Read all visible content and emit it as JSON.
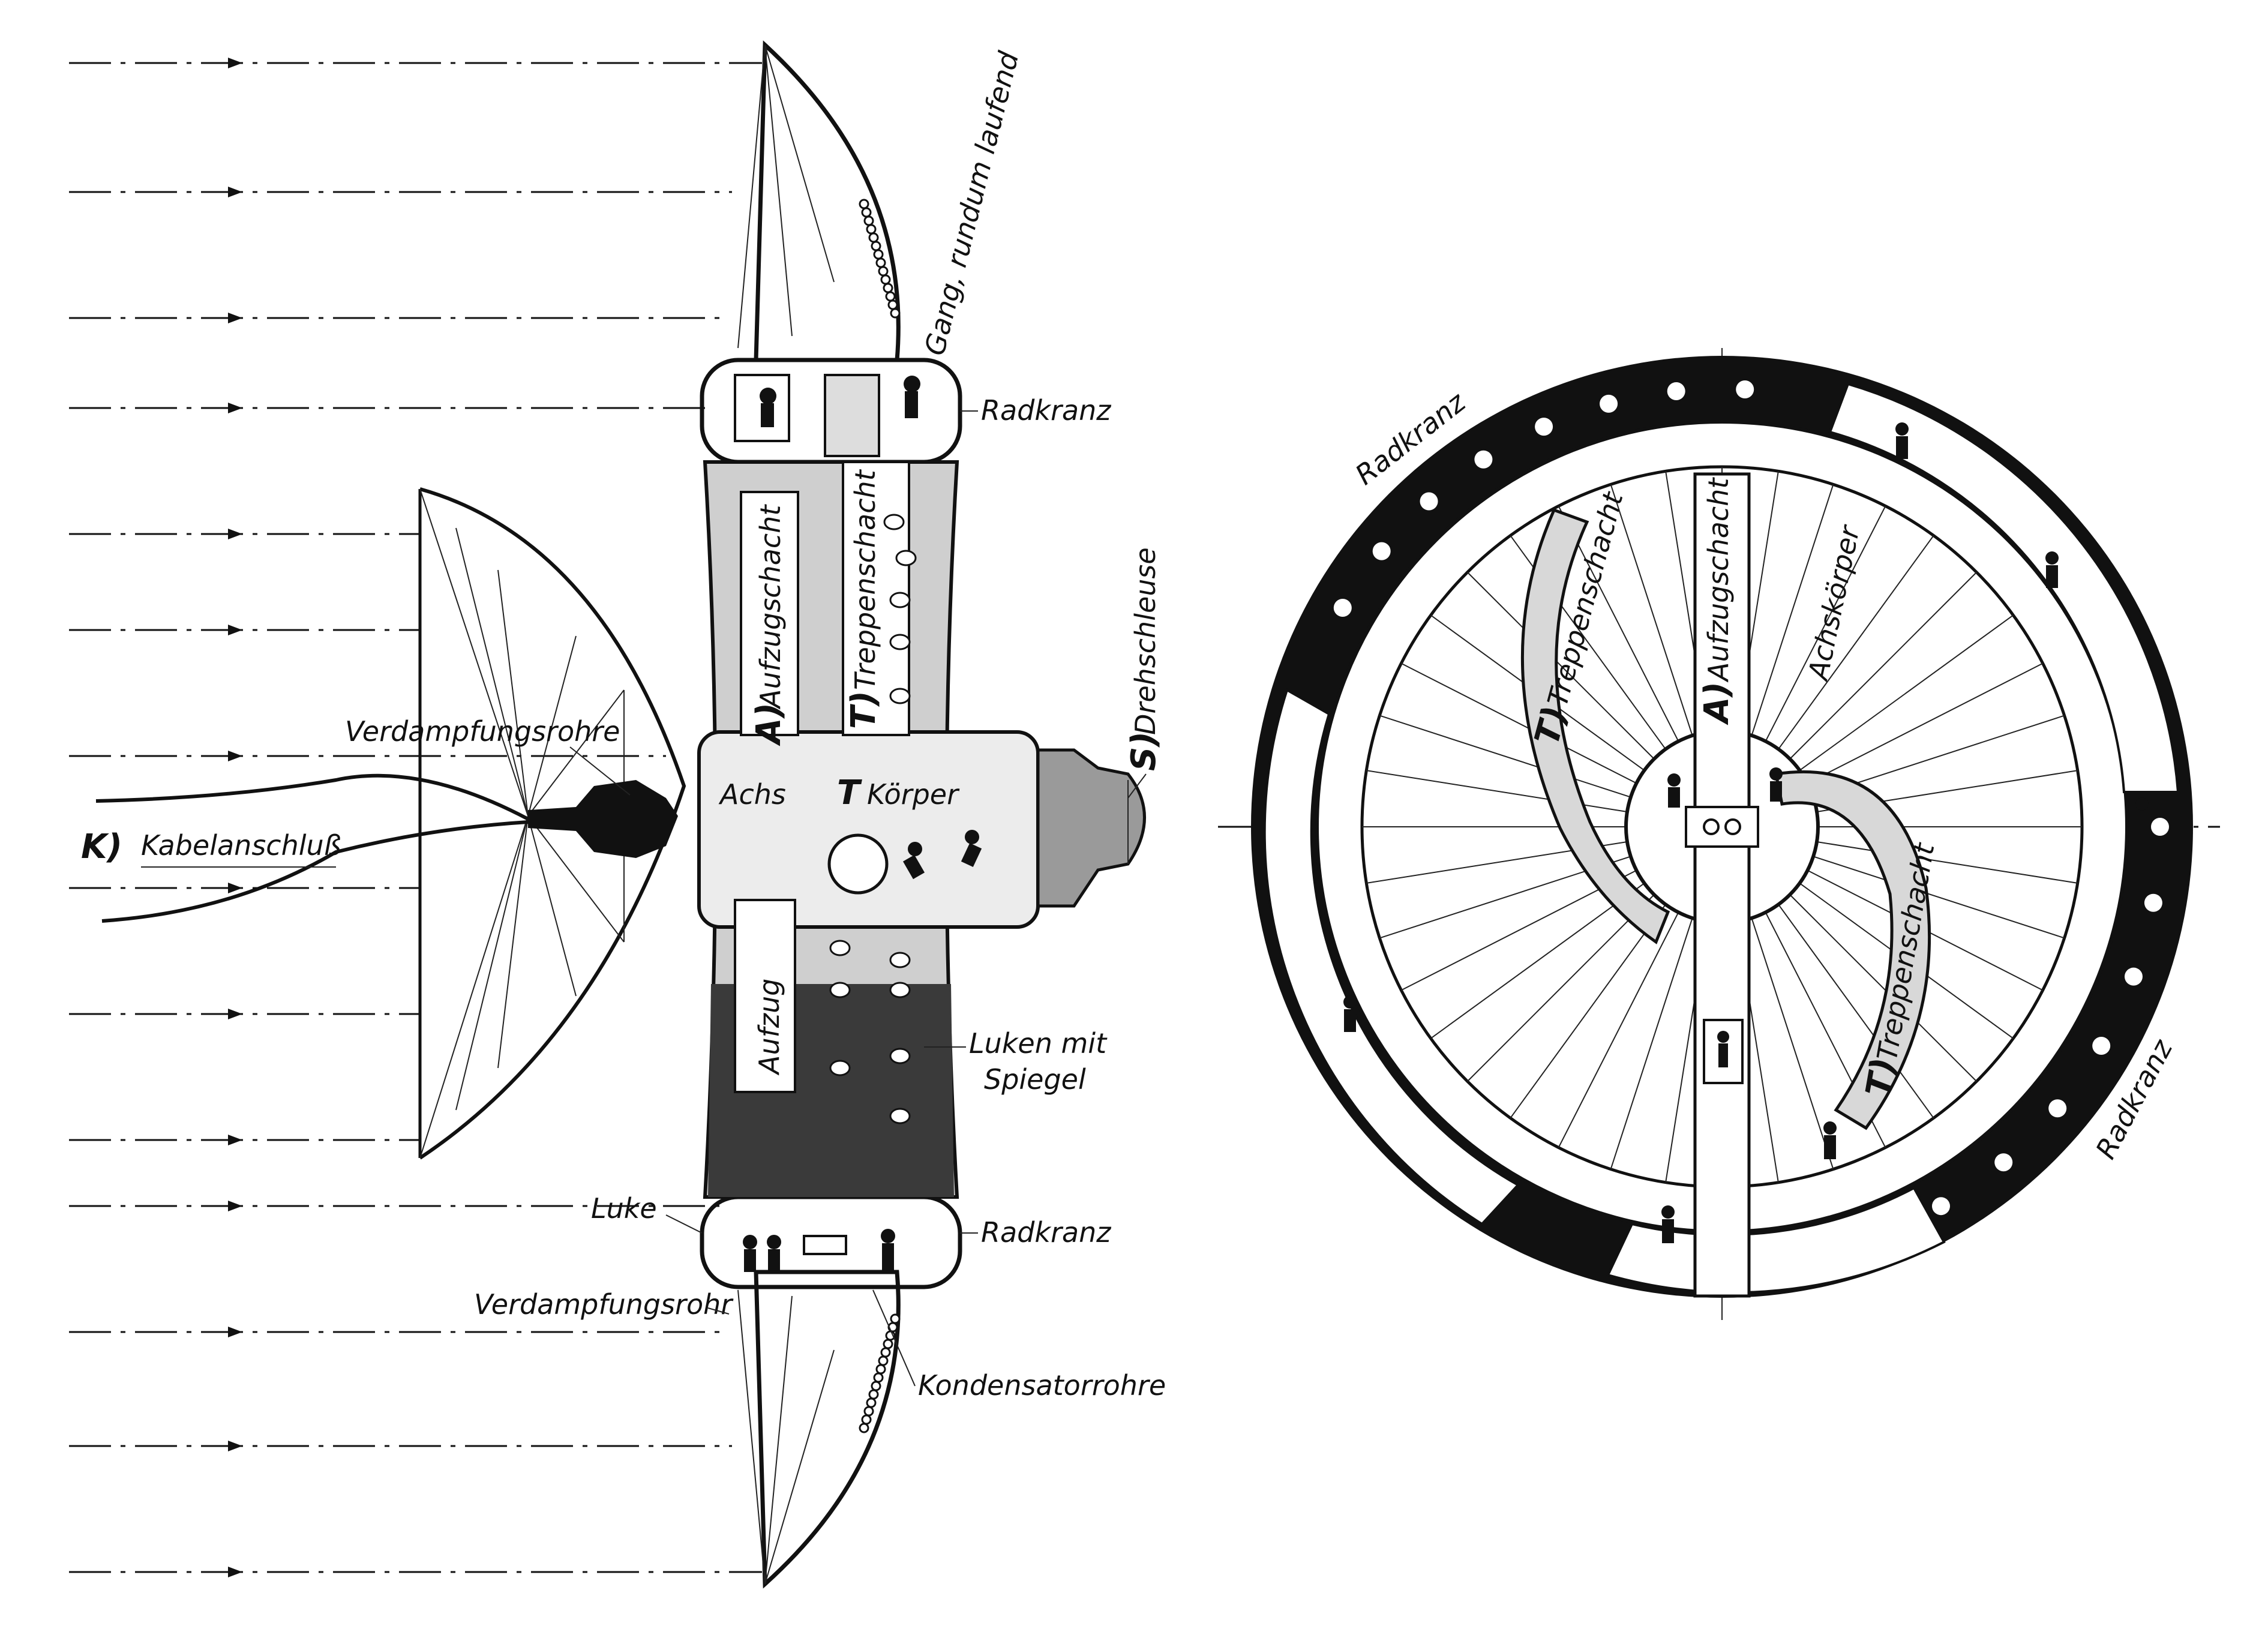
{
  "labels": {
    "gang": "Gang, rundum laufend",
    "radkranz_top": "Radkranz",
    "radkranz_bottom": "Radkranz",
    "aufzugschacht": "Aufzugschacht",
    "aufzugschacht_letter": "A)",
    "treppenschacht": "Treppenschacht",
    "treppenschacht_letter": "T)",
    "drehschleuse": "Drehschleuse",
    "drehschleuse_letter": "S)",
    "verdampfungsrohre": "Verdampfungsrohre",
    "kabelanschluss": "Kabelanschluß",
    "kabelanschluss_letter": "K)",
    "achs": "Achs",
    "koerper": "Körper",
    "achs_t": "T",
    "aufzug": "Aufzug",
    "luken_line1": "Luken mit",
    "luken_line2": "Spiegel",
    "luke": "Luke",
    "verdampfungsrohr": "Verdampfungsrohr",
    "kondensatorrohre": "Kondensatorrohre"
  },
  "wheel_labels": {
    "radkranz_upper": "Radkranz",
    "radkranz_lower": "Radkranz",
    "treppenschacht_upper": "Treppenschacht",
    "treppenschacht_upper_letter": "T)",
    "aufzugschacht": "Aufzugschacht",
    "aufzugschacht_letter": "A)",
    "achskoerper": "Achskörper",
    "treppenschacht_lower": "Treppenschacht",
    "treppenschacht_lower_letter": "T)"
  },
  "colors": {
    "ink": "#111111",
    "paper": "#ffffff"
  }
}
